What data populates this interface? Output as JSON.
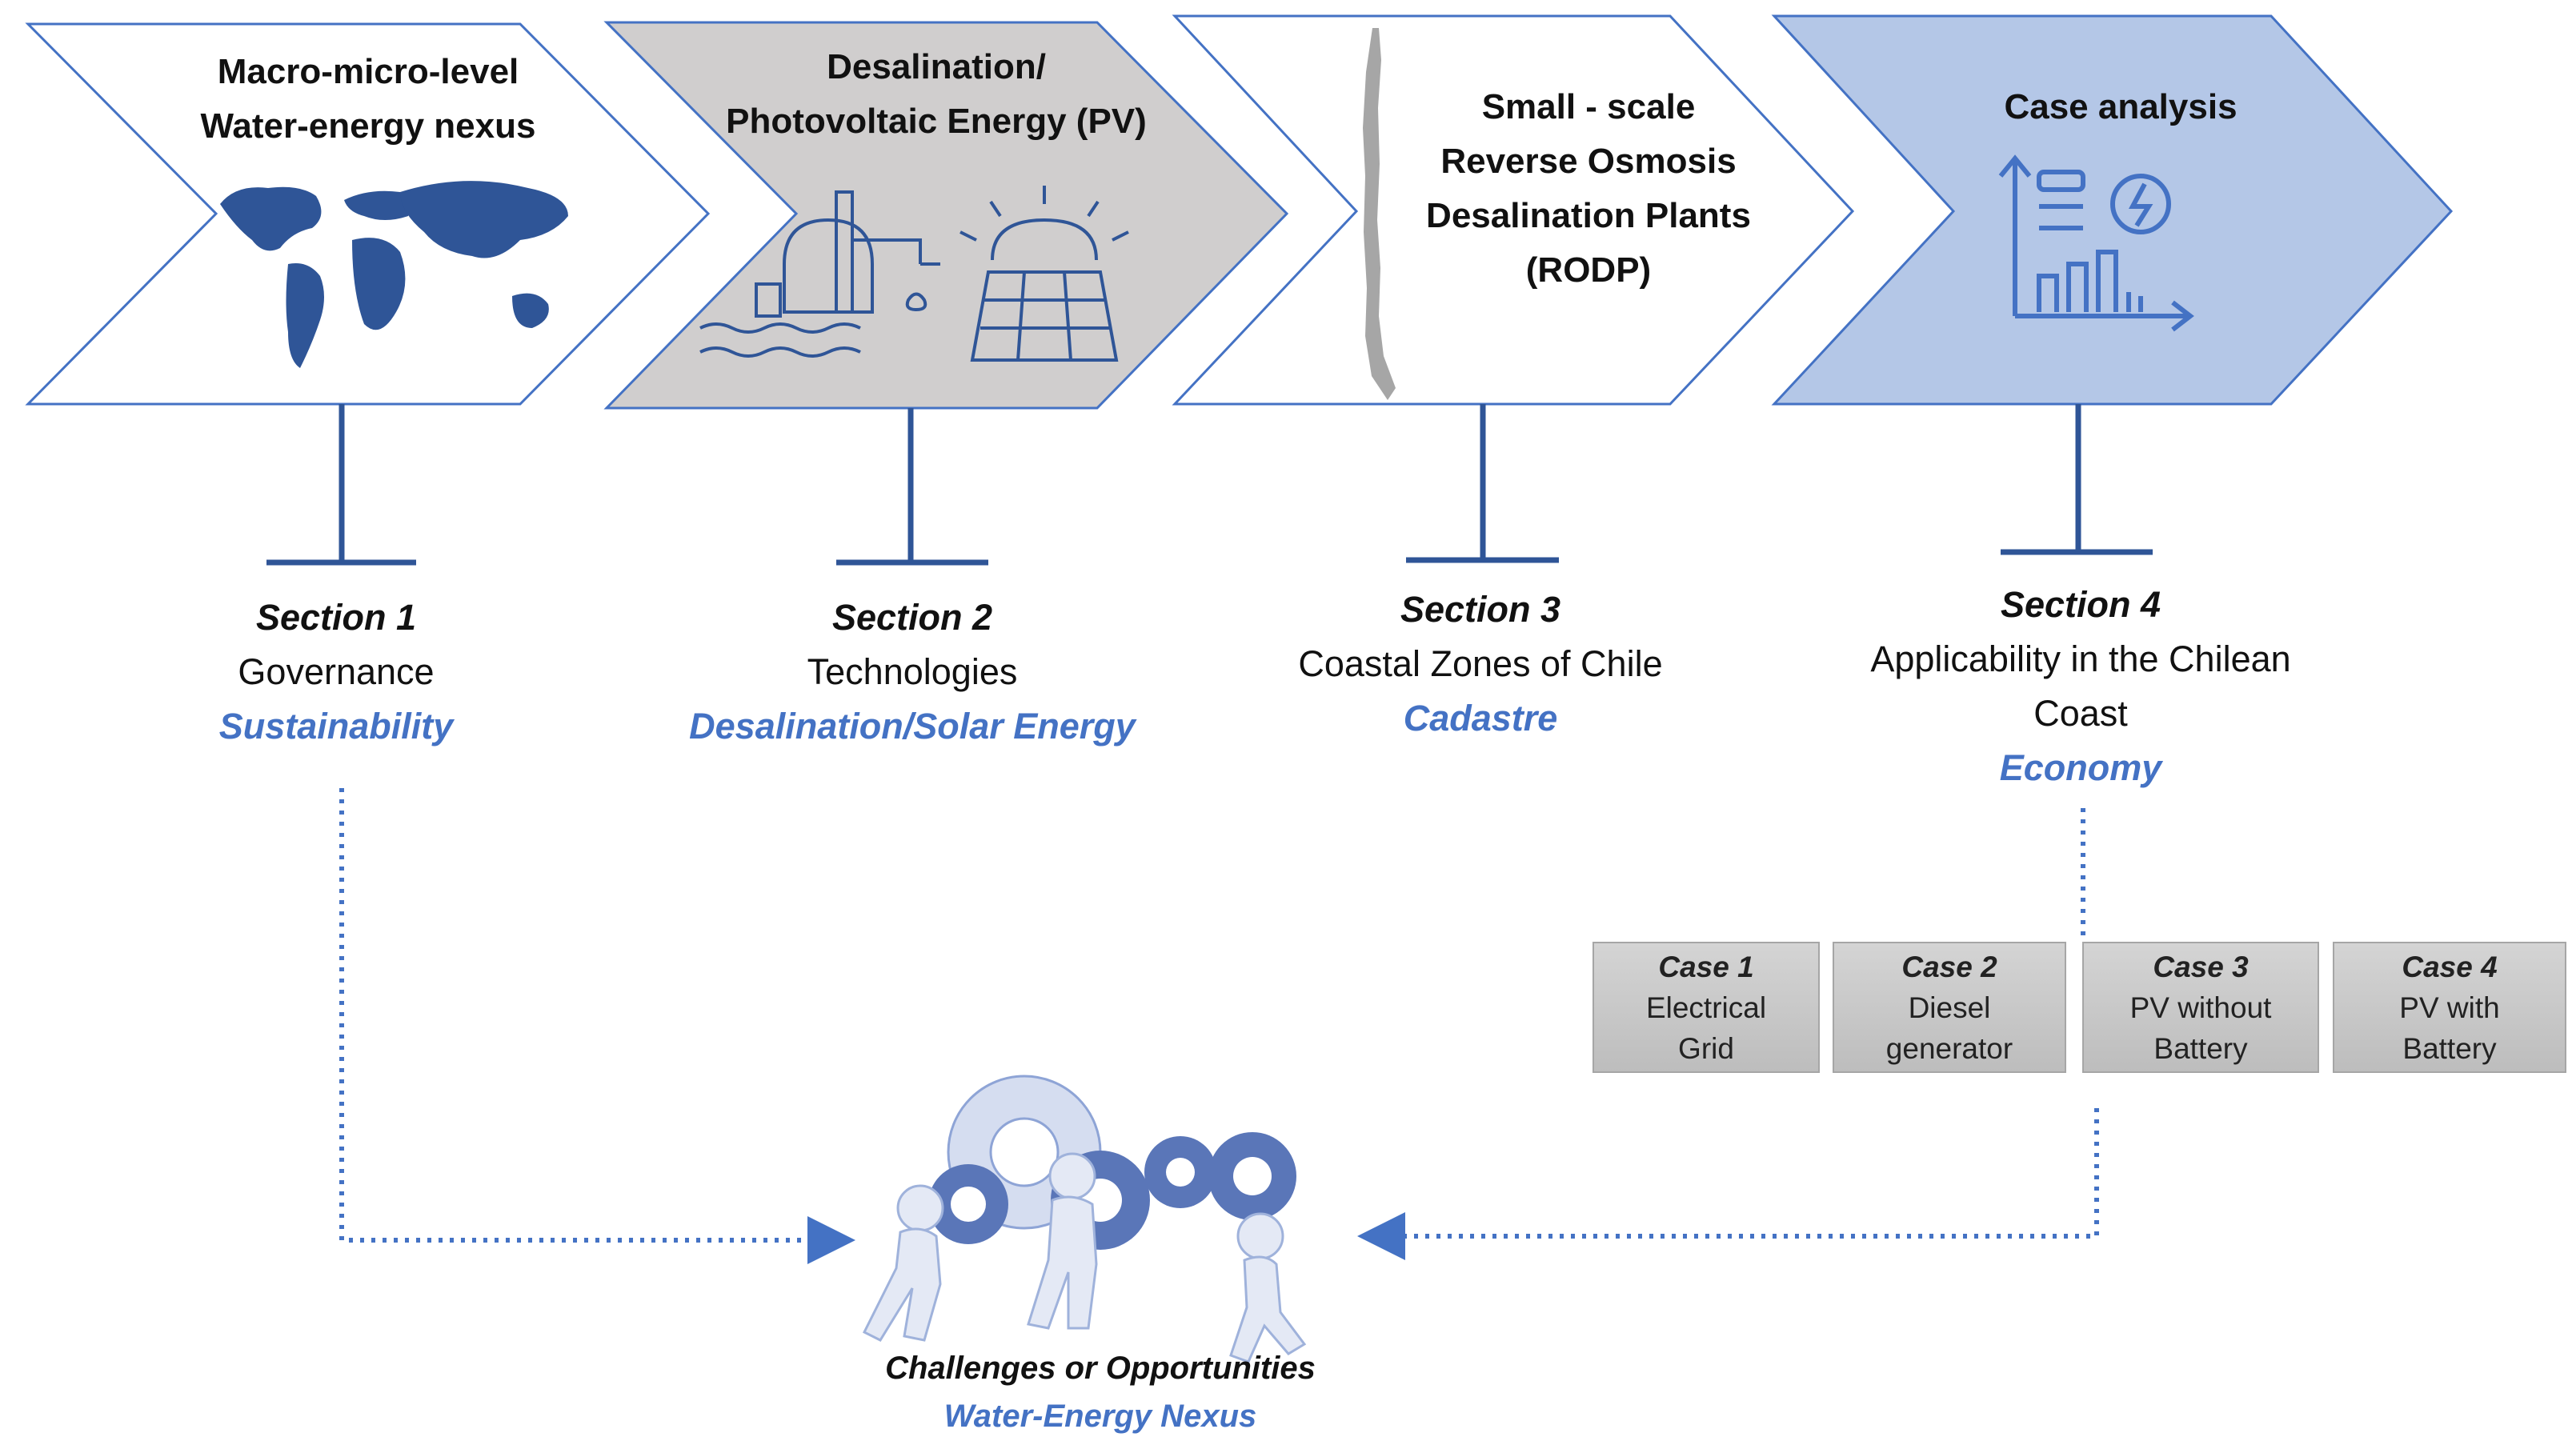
{
  "steps": [
    {
      "title_lines": [
        "Macro-micro-level",
        "Water-energy nexus"
      ],
      "icon": "world-map-icon",
      "section": "Section 1",
      "topic": "Governance",
      "tag": "Sustainability"
    },
    {
      "title_lines": [
        "Desalination/",
        "Photovoltaic Energy (PV)"
      ],
      "icon": "desalination-plant-and-solar-panel-icon",
      "section": "Section 2",
      "topic": "Technologies",
      "tag": "Desalination/Solar  Energy"
    },
    {
      "title_lines": [
        "Small - scale",
        "Reverse Osmosis",
        "Desalination Plants",
        "(RODP)"
      ],
      "icon": "chile-map-icon",
      "section": "Section  3",
      "topic": "Coastal Zones of Chile",
      "tag": "Cadastre"
    },
    {
      "title_lines": [
        "Case analysis"
      ],
      "icon": "energy-analytics-chart-icon",
      "section": "Section 4",
      "topic_lines": [
        "Applicability in the Chilean",
        "Coast"
      ],
      "tag": "Economy"
    }
  ],
  "cases": [
    {
      "name": "Case 1",
      "desc_lines": [
        "Electrical",
        "Grid"
      ]
    },
    {
      "name": "Case 2",
      "desc_lines": [
        "Diesel",
        "generator"
      ]
    },
    {
      "name": "Case 3",
      "desc_lines": [
        "PV without",
        "Battery"
      ]
    },
    {
      "name": "Case 4",
      "desc_lines": [
        "PV with",
        "Battery"
      ]
    }
  ],
  "outcome": {
    "line1": "Challenges or Opportunities",
    "line2": "Water-Energy Nexus",
    "icon": "people-with-gears-icon"
  },
  "colors": {
    "accent": "#4472c4",
    "navy": "#2f5597",
    "grey_fill": "#d0cece",
    "blue_fill": "#b4c7e7"
  }
}
